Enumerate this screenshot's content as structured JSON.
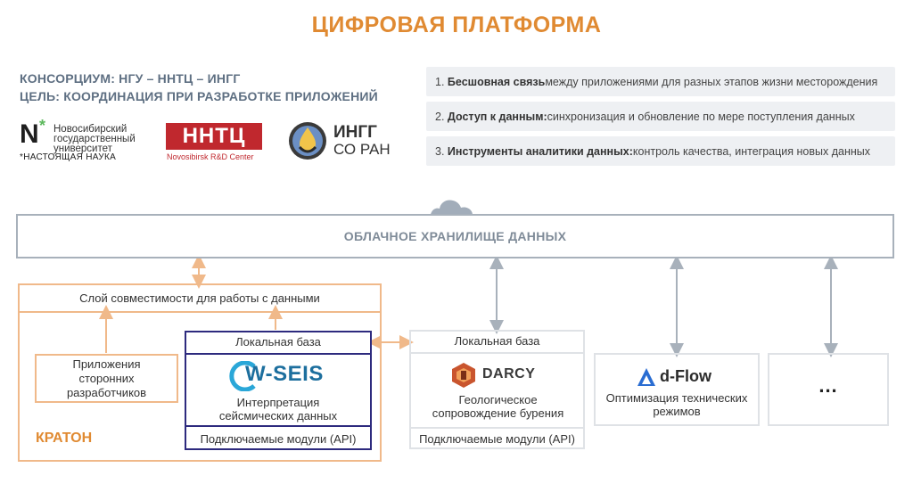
{
  "title": "ЦИФРОВАЯ ПЛАТФОРМА",
  "consortium": "КОНСОРЦИУМ: НГУ – ННТЦ – ИНГГ",
  "goal": "ЦЕЛЬ: КООРДИНАЦИЯ ПРИ РАЗРАБОТКЕ ПРИЛОЖЕНИЙ",
  "logos": {
    "ngu": {
      "letter": "N",
      "lines": [
        "Новосибирский",
        "государственный",
        "университет"
      ],
      "slogan": "*НАСТОЯЩАЯ НАУКА"
    },
    "nntc": {
      "name": "ННТЦ",
      "caption": "Novosibirsk R&D Center"
    },
    "ingg": {
      "name": "ИНГГ",
      "sub": "СО РАН"
    }
  },
  "points": [
    {
      "num": "1.",
      "bold": "Бесшовная связь",
      "rest": " между приложениями для разных этапов жизни месторождения"
    },
    {
      "num": "2.",
      "bold": "Доступ к данным:",
      "rest": " синхронизация и обновление по мере поступления данных"
    },
    {
      "num": "3.",
      "bold": "Инструменты аналитики данных:",
      "rest": " контроль качества, интеграция новых данных"
    }
  ],
  "cloud": {
    "label": "ОБЛАЧНОЕ ХРАНИЛИЩЕ ДАННЫХ"
  },
  "kraton": {
    "label": "КРАТОН",
    "compat_layer": "Слой совместимости для работы с данными",
    "third_party": "Приложения сторонних разработчиков",
    "wseis": {
      "local_db": "Локальная база",
      "logo": "W-SEIS",
      "desc": "Интерпретация сейсмических данных",
      "api": "Подключаемые модули (API)"
    }
  },
  "darcy": {
    "local_db": "Локальная база",
    "logo": "DARCY",
    "desc": "Геологическое сопровождение бурения",
    "api": "Подключаемые модули (API)"
  },
  "dflow": {
    "logo": "d-Flow",
    "desc": "Оптимизация технических режимов"
  },
  "more": {
    "label": "..."
  },
  "colors": {
    "accent": "#e08a32",
    "orange_line": "#f0b98a",
    "gray_line": "#a8b1bb",
    "navy": "#2d2a7e",
    "cloud": "#a2adba"
  }
}
